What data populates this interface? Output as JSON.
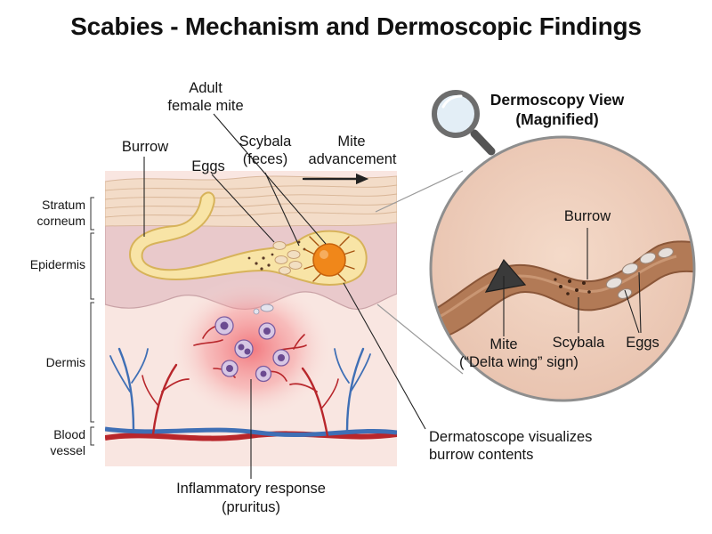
{
  "title": "Scabies - Mechanism and Dermoscopic Findings",
  "layers": {
    "stratum_line1": "Stratum",
    "stratum_line2": "corneum",
    "epidermis": "Epidermis",
    "dermis": "Dermis",
    "blood_line1": "Blood",
    "blood_line2": "vessel"
  },
  "callouts": {
    "burrow": "Burrow",
    "eggs": "Eggs",
    "adult_line1": "Adult",
    "adult_line2": "female mite",
    "scybala_line1": "Scybala",
    "scybala_line2": "(feces)",
    "advance_line1": "Mite",
    "advance_line2": "advancement",
    "inflam_line1": "Inflammatory response",
    "inflam_line2": "(pruritus)",
    "dermatoscope_line1": "Dermatoscope visualizes",
    "dermatoscope_line2": "burrow contents"
  },
  "dermoscopy": {
    "title_line1": "Dermoscopy View",
    "title_line2": "(Magnified)",
    "burrow": "Burrow",
    "mite": "Mite",
    "delta_sign": "(“Delta wing” sign)",
    "scybala": "Scybala",
    "eggs": "Eggs"
  },
  "colors": {
    "stratum": "#f3dcc8",
    "epidermis": "#e9c9cb",
    "dermis": "#f9e6e1",
    "artery": "#b8262b",
    "vein": "#3f6fb5",
    "mite": "#f0871a",
    "burrow": "#f8e4a6",
    "dermoscopy_bg": "#efcfbd"
  }
}
